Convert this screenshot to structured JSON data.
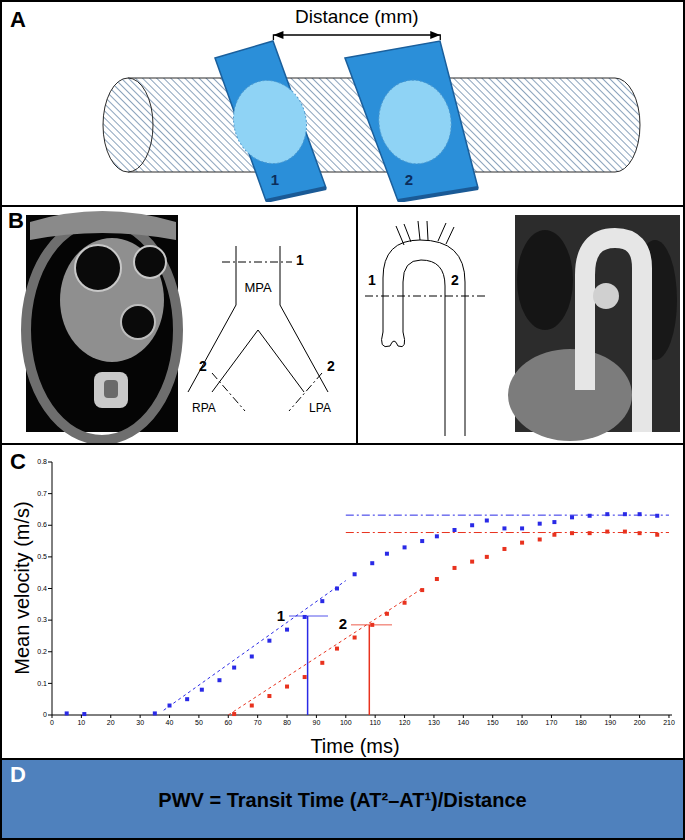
{
  "diagram": {
    "nodes": [
      {
        "text": [
          "A"
        ]
      },
      {
        "text": [
          "1"
        ],
        "in": 0
      },
      {
        "text": [
          "2"
        ],
        "in": 0
      },
      {
        "text": [
          "B"
        ]
      },
      {
        "text": [
          "C"
        ]
      },
      {
        "text": [
          "D",
          "PWV = Transit Time (AT²–AT¹)/Distance"
        ]
      }
    ],
    "edges": [
      {
        "from": 1,
        "to": 2,
        "arrow": "both",
        "label": "Distance (mm)"
      }
    ],
    "labels": [
      "MPA",
      "1",
      "2",
      "RPA",
      "2",
      "LPA",
      "1",
      "2",
      "0",
      "0.1",
      "0.2",
      "0.3",
      "0.4",
      "0.5",
      "0.6",
      "0.7",
      "0.8",
      "0",
      "10",
      "20",
      "30",
      "40",
      "50",
      "60",
      "70",
      "80",
      "90",
      "100",
      "110",
      "120",
      "130",
      "140",
      "150",
      "160",
      "170",
      "180",
      "190",
      "200",
      "210",
      "Mean velocity (m/s)",
      "Time (ms)",
      "1",
      "2"
    ]
  }
}
